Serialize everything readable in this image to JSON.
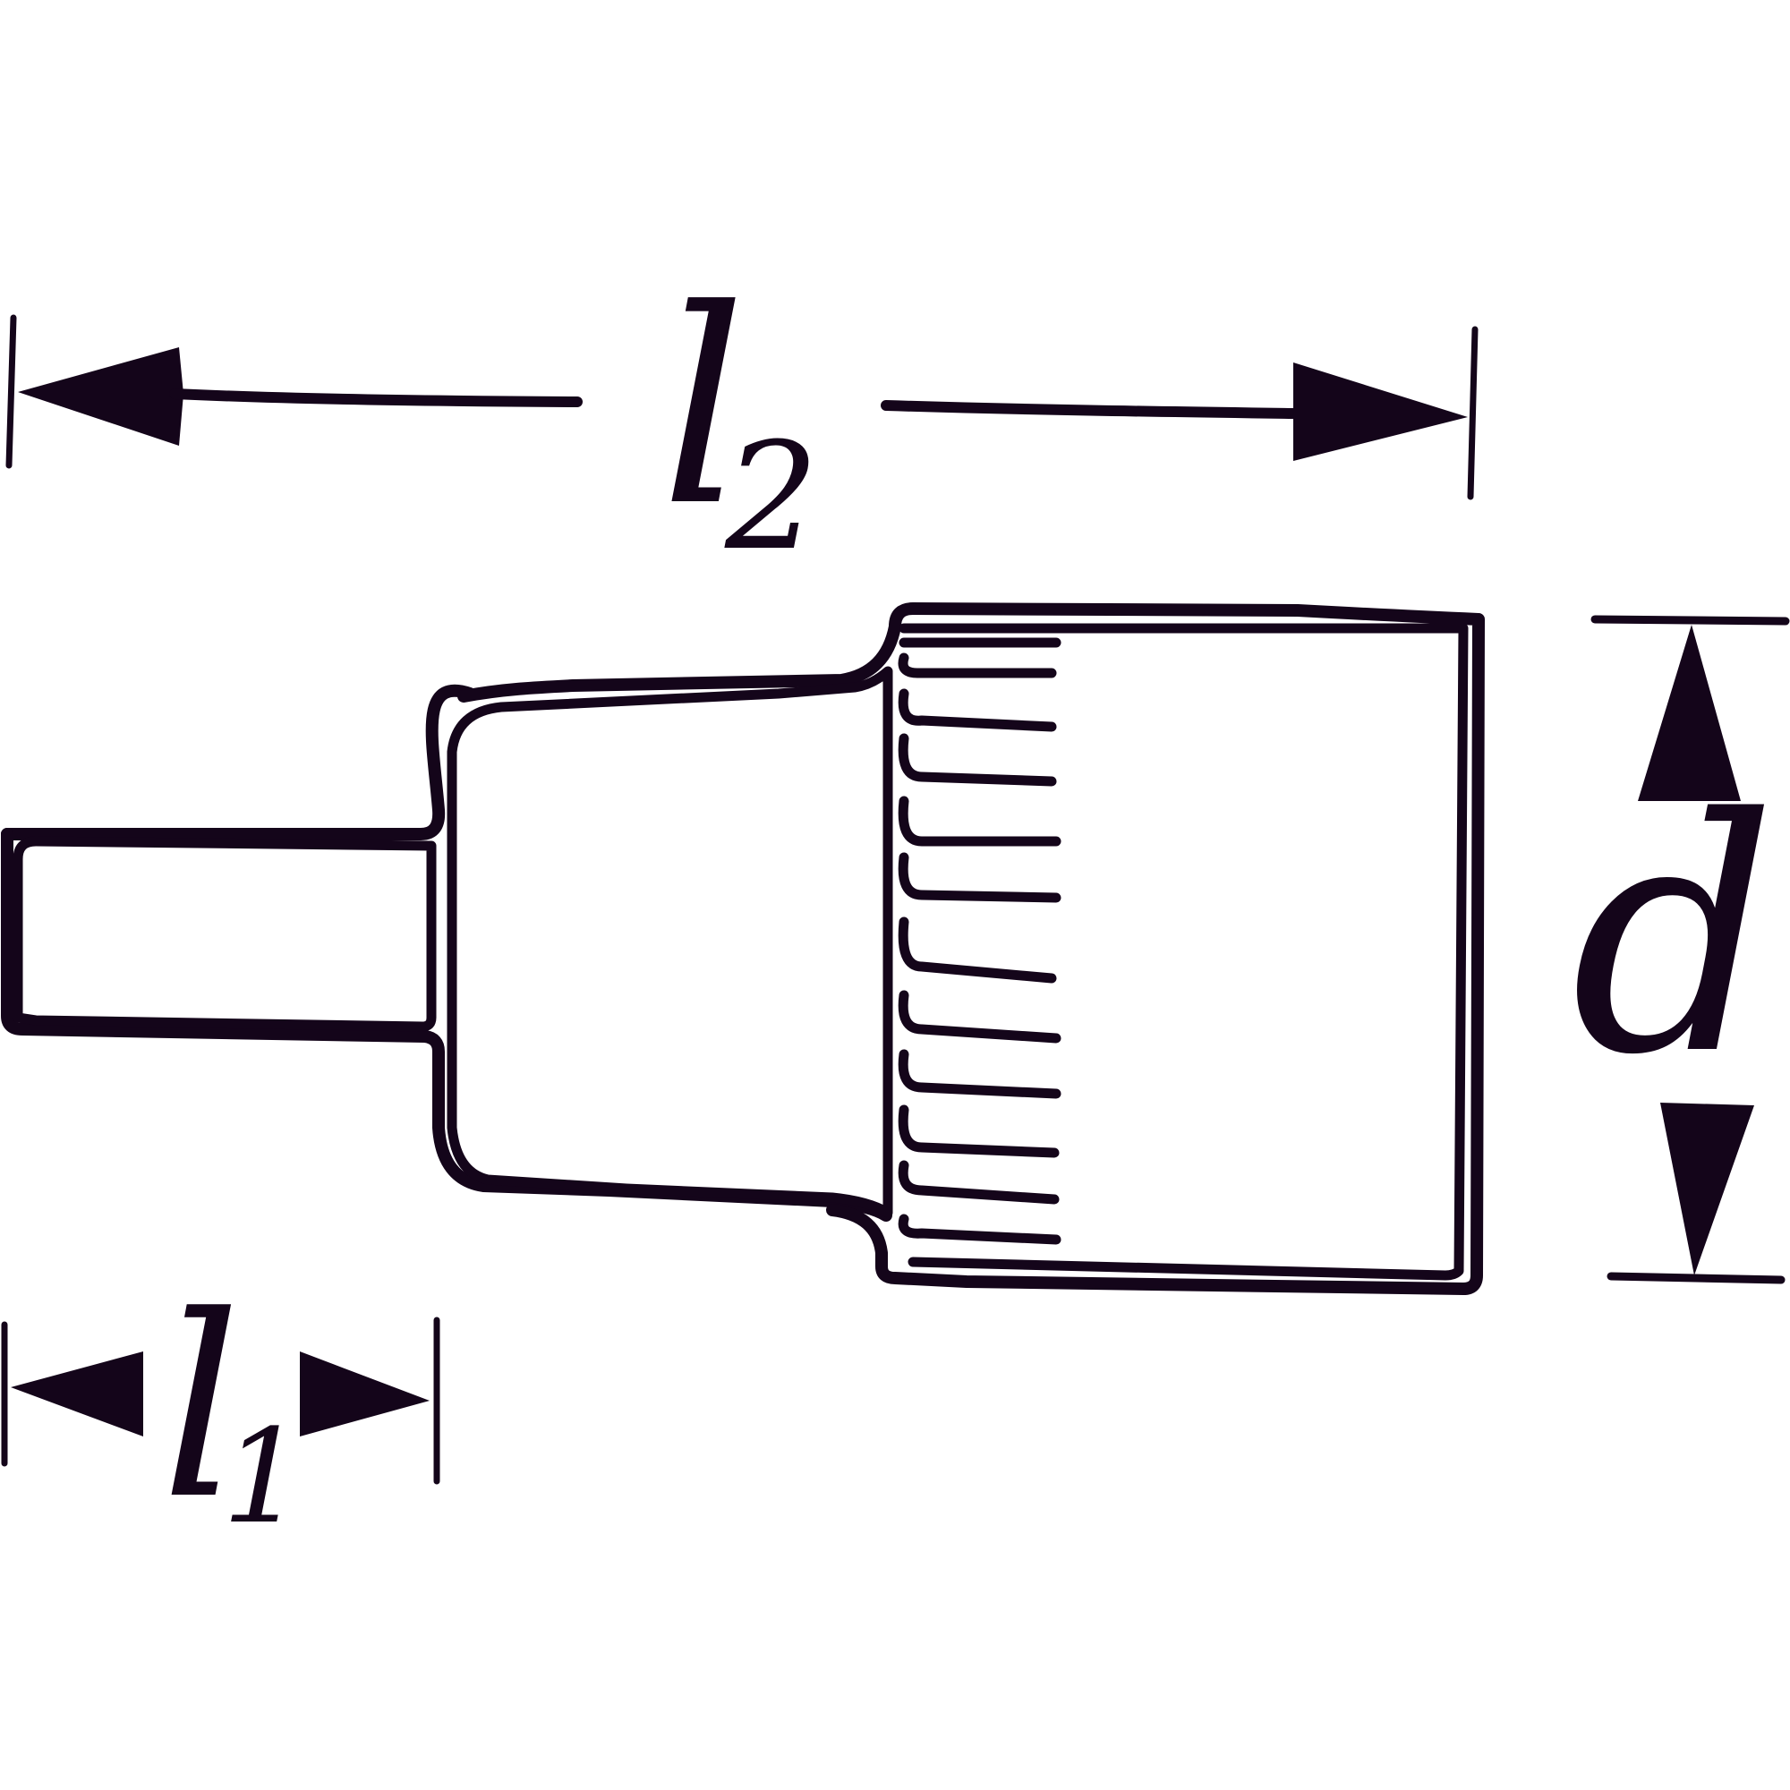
{
  "colors": {
    "ink": "#14051a",
    "background": "#ffffff"
  },
  "labels": {
    "l2": {
      "main": "l",
      "sub": "2"
    },
    "l1": {
      "main": "l",
      "sub": "1"
    },
    "d": "d"
  },
  "icons": {
    "l2": "horizontal-dimension-arrow",
    "l1": "inward-dimension-arrows",
    "d": "vertical-dimension-arrow",
    "part": "socket-insert-outline"
  }
}
